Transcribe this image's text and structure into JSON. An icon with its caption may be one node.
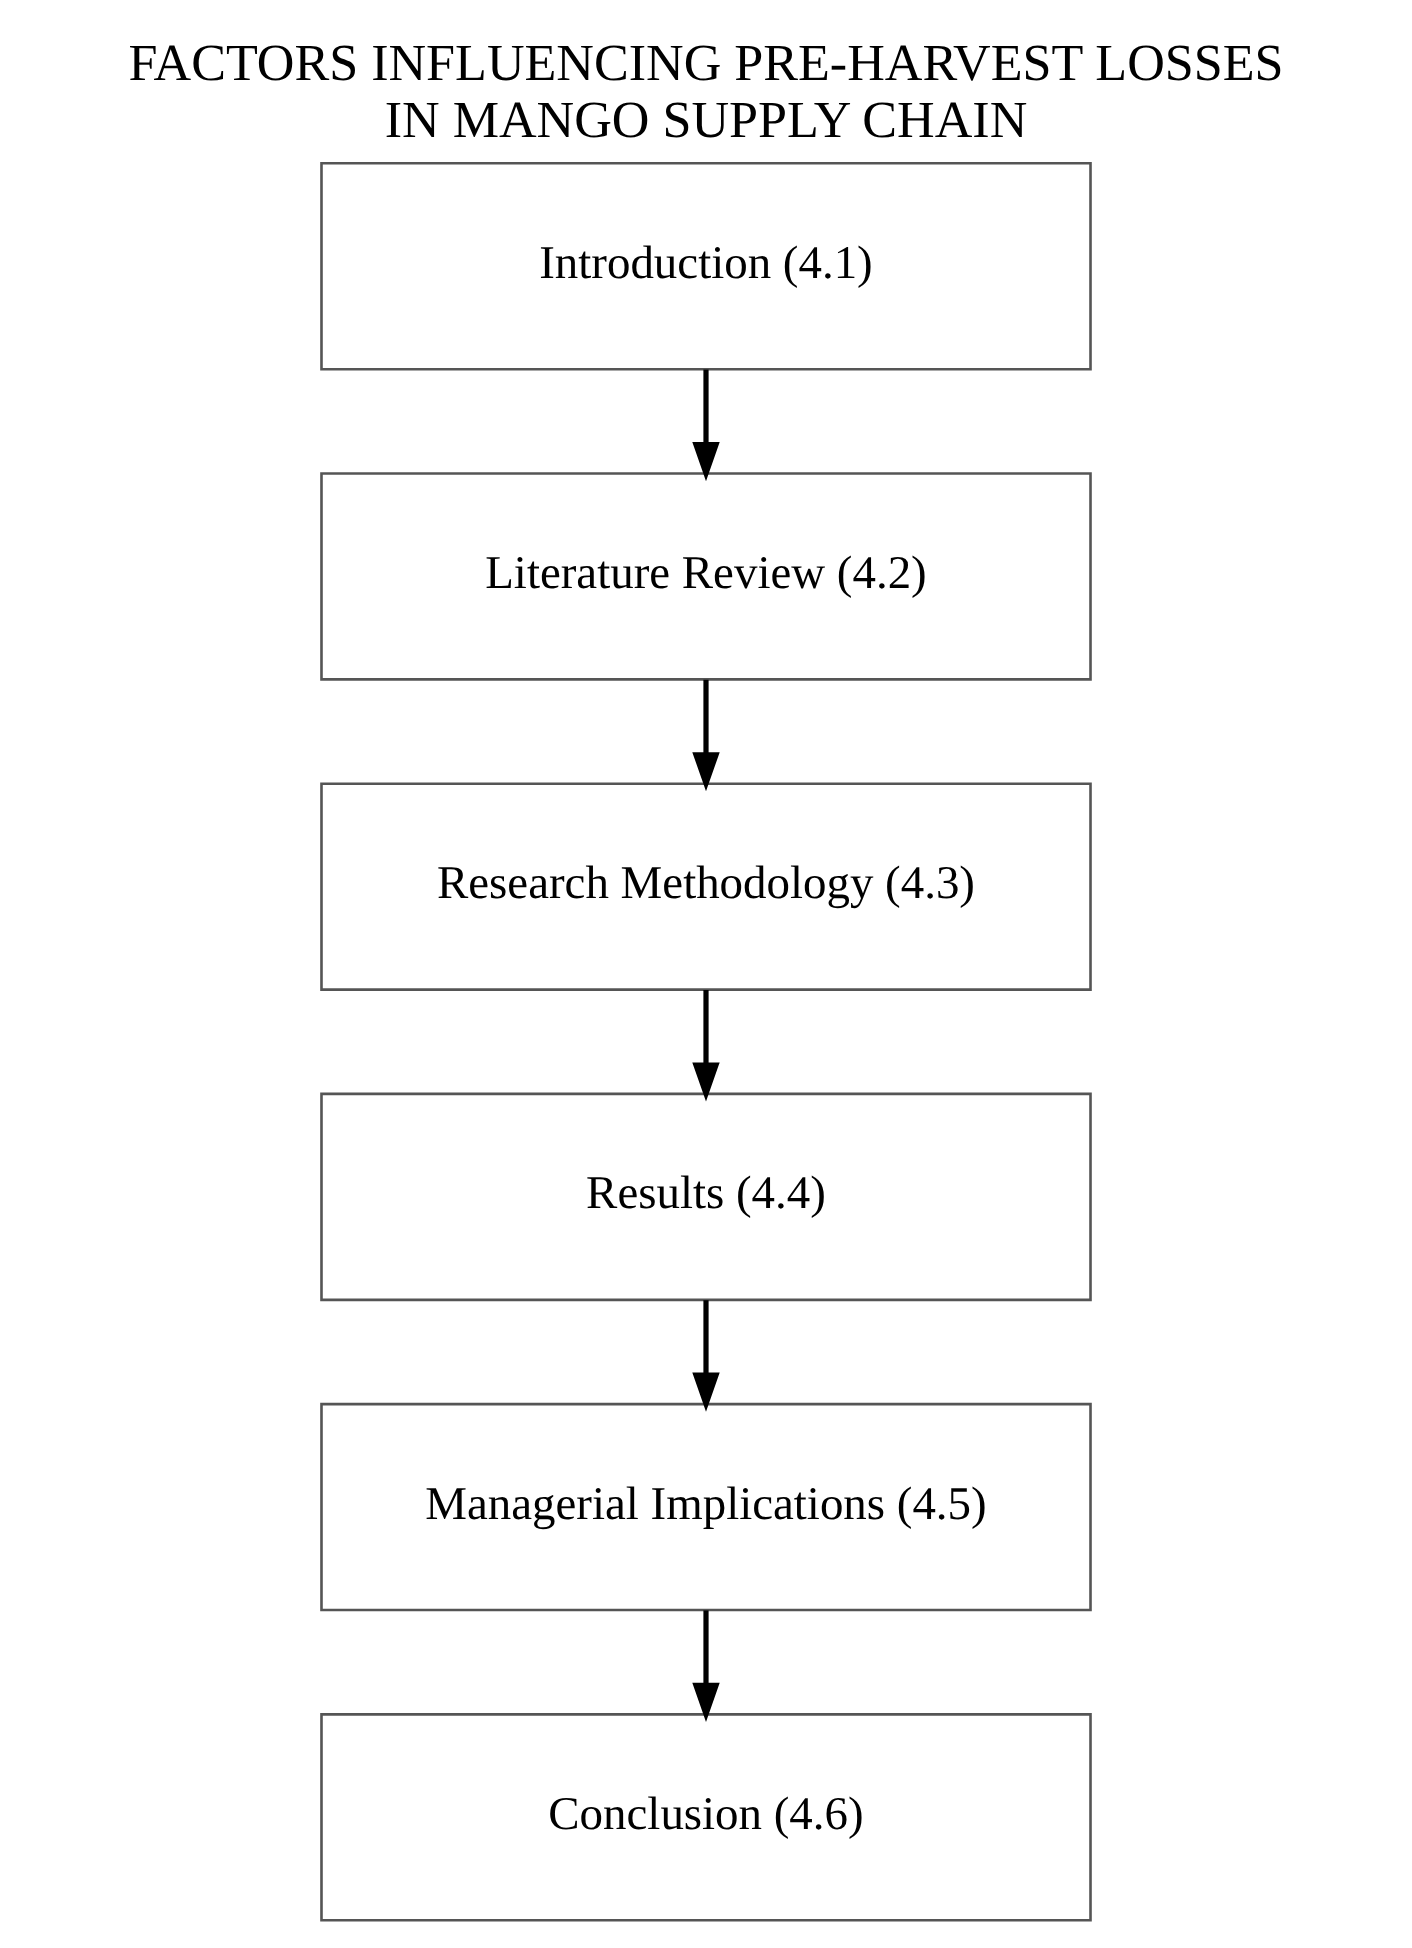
{
  "diagram": {
    "title": "FACTORS INFLUENCING PRE-HARVEST LOSSES IN MANGO SUPPLY CHAIN",
    "nodes": [
      {
        "text": [
          "Introduction (4.1)"
        ]
      },
      {
        "text": [
          "Literature Review (4.2)"
        ]
      },
      {
        "text": [
          "Research Methodology (4.3)"
        ]
      },
      {
        "text": [
          "Results (4.4)"
        ]
      },
      {
        "text": [
          "Managerial Implications (4.5)"
        ]
      },
      {
        "text": [
          "Conclusion (4.6)"
        ]
      }
    ],
    "edges": [
      {
        "from": 0,
        "to": 1,
        "arrow": "to"
      },
      {
        "from": 1,
        "to": 2,
        "arrow": "to"
      },
      {
        "from": 2,
        "to": 3,
        "arrow": "to"
      },
      {
        "from": 3,
        "to": 4,
        "arrow": "to"
      },
      {
        "from": 4,
        "to": 5,
        "arrow": "to"
      }
    ]
  }
}
